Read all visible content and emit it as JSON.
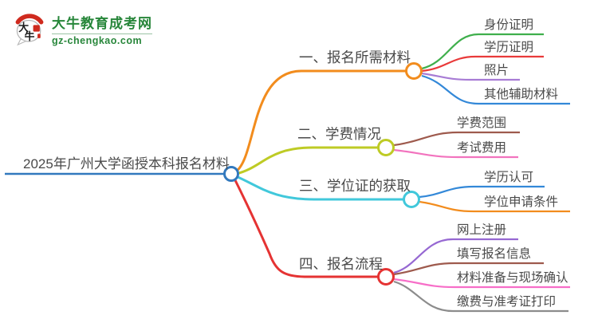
{
  "logo": {
    "title": "大牛教育成考网",
    "url": "gz-chengkao.com",
    "icon_text_top": "大",
    "icon_text_bottom": "牛",
    "brand_color": "#27863a",
    "icon_red": "#cf2a1e"
  },
  "mindmap": {
    "root": {
      "label": "2025年广州大学函授本科报名材料",
      "color": "#3279be"
    },
    "branches": [
      {
        "label": "一、报名所需材料",
        "color": "#f28c1d",
        "children": [
          {
            "label": "身份证明",
            "color": "#3faf4c"
          },
          {
            "label": "学历证明",
            "color": "#e93a3a"
          },
          {
            "label": "照片",
            "color": "#a87cd5"
          },
          {
            "label": "其他辅助材料",
            "color": "#3388d8"
          }
        ]
      },
      {
        "label": "二、学费情况",
        "color": "#becb25",
        "children": [
          {
            "label": "学费范围",
            "color": "#9e5a4d"
          },
          {
            "label": "考试费用",
            "color": "#f273be"
          }
        ]
      },
      {
        "label": "三、学位证的获取",
        "color": "#41c8db",
        "children": [
          {
            "label": "学历认可",
            "color": "#3388d8"
          },
          {
            "label": "学位申请条件",
            "color": "#f28c1d"
          }
        ]
      },
      {
        "label": "四、报名流程",
        "color": "#e53333",
        "children": [
          {
            "label": "网上注册",
            "color": "#9668d2"
          },
          {
            "label": "填写报名信息",
            "color": "#9e5a4d"
          },
          {
            "label": "材料准备与现场确认",
            "color": "#f76ec8"
          },
          {
            "label": "缴费与准考证打印",
            "color": "#8c8c8c"
          }
        ]
      }
    ]
  }
}
